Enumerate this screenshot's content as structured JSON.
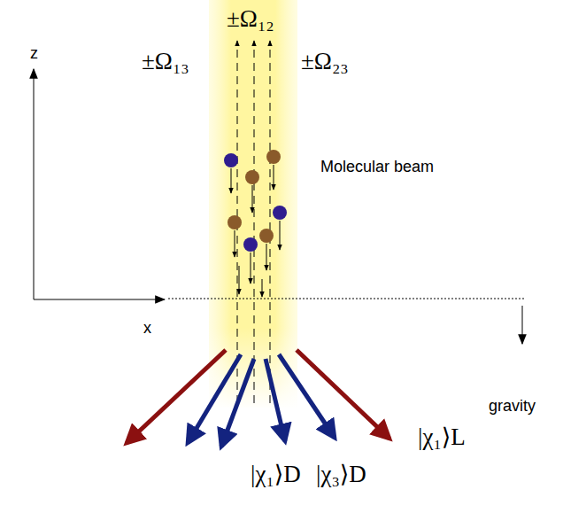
{
  "diagram": {
    "labels": [
      "z",
      "x",
      "±Ω₁₂",
      "±Ω₁₃",
      "±Ω₂₃",
      "Molecular beam",
      "gravity",
      "|χ₁⟩D",
      "|χ₃⟩D",
      "|χ₁⟩L"
    ]
  }
}
